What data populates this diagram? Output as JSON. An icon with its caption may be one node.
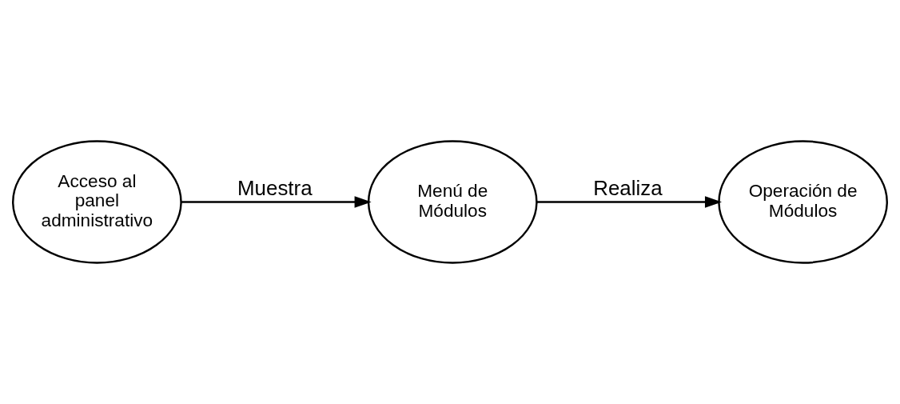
{
  "diagram": {
    "nodes": [
      {
        "text": [
          "Acceso al panel administrativo"
        ]
      },
      {
        "text": [
          "Menú de Módulos"
        ]
      },
      {
        "text": [
          "Operación de Módulos"
        ]
      }
    ],
    "edges": [
      {
        "from": 0,
        "to": 1,
        "arrow": "to",
        "label": "Muestra"
      },
      {
        "from": 1,
        "to": 2,
        "arrow": "to",
        "label": "Realiza"
      }
    ]
  }
}
